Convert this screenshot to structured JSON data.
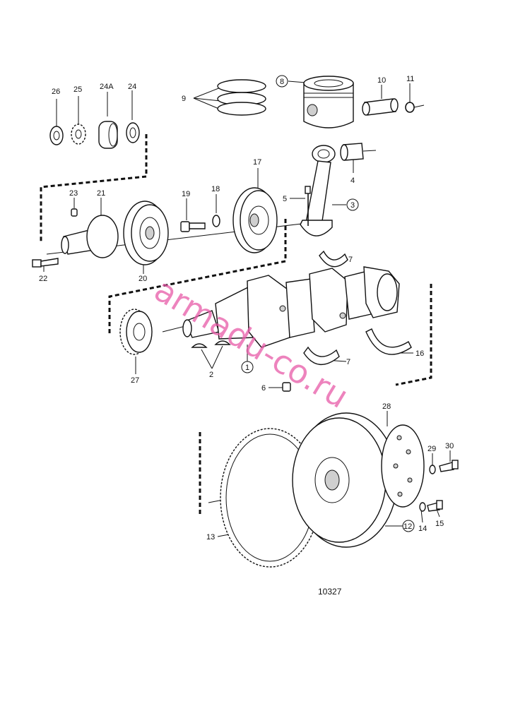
{
  "labels": {
    "l1": "1",
    "l2": "2",
    "l3": "3",
    "l4": "4",
    "l5": "5",
    "l6": "6",
    "l7a": "7",
    "l7b": "7",
    "l8": "8",
    "l9": "9",
    "l10": "10",
    "l11": "11",
    "l12": "12",
    "l13": "13",
    "l14": "14",
    "l15": "15",
    "l16": "16",
    "l17": "17",
    "l18": "18",
    "l19": "19",
    "l20": "20",
    "l21": "21",
    "l22": "22",
    "l23": "23",
    "l24": "24",
    "l24a": "24A",
    "l25": "25",
    "l26": "26",
    "l27": "27",
    "l28": "28",
    "l29": "29",
    "l30": "30"
  },
  "reference": "10327",
  "watermark": "armadu-co.ru"
}
